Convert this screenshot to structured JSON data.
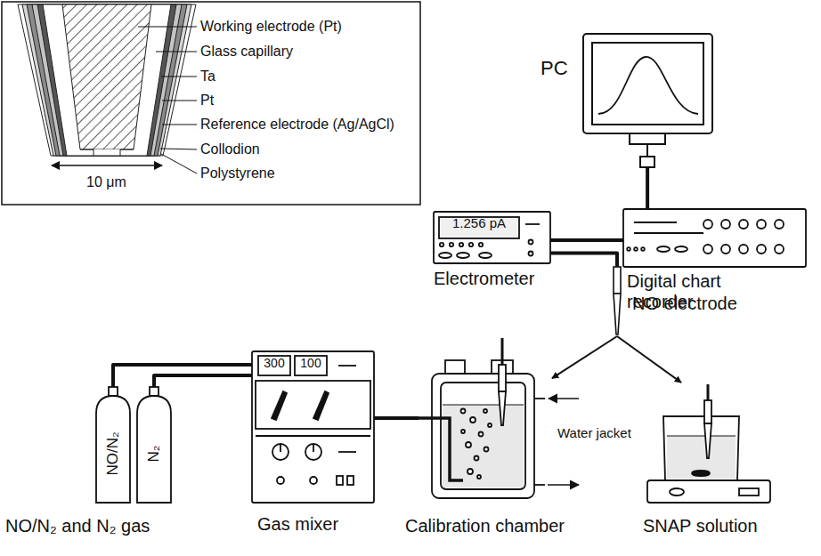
{
  "diagram": {
    "nodes": [
      {
        "text": [
          "1.256 pA",
          "Electrometer"
        ]
      },
      {
        "text": [
          "Digital chart recorder"
        ]
      },
      {
        "text": [
          "PC"
        ]
      },
      {
        "text": [
          "NO electrode"
        ]
      },
      {
        "text": [
          "NO/N₂"
        ]
      },
      {
        "text": [
          "N₂"
        ]
      },
      {
        "text": [
          "300",
          "100",
          "Gas mixer"
        ]
      },
      {
        "text": [
          "Calibration chamber"
        ]
      },
      {
        "text": [
          "SNAP solution"
        ]
      }
    ],
    "edges": [
      {
        "from": 0,
        "to": 1,
        "arrow": "none"
      },
      {
        "from": 1,
        "to": 2,
        "arrow": "none"
      },
      {
        "from": 0,
        "to": 3,
        "arrow": "none"
      },
      {
        "from": 3,
        "to": 7,
        "arrow": "to"
      },
      {
        "from": 3,
        "to": 8,
        "arrow": "to"
      },
      {
        "from": 4,
        "to": 6,
        "arrow": "none"
      },
      {
        "from": 5,
        "to": 6,
        "arrow": "none"
      },
      {
        "from": 6,
        "to": 7,
        "arrow": "none"
      }
    ],
    "labels": [
      "Working electrode (Pt)",
      "Glass capillary",
      "Ta",
      "Pt",
      "Reference electrode (Ag/AgCl)",
      "Collodion",
      "Polystyrene",
      "10 μm",
      "NO/N₂ and N₂ gas",
      "Water jacket"
    ]
  }
}
